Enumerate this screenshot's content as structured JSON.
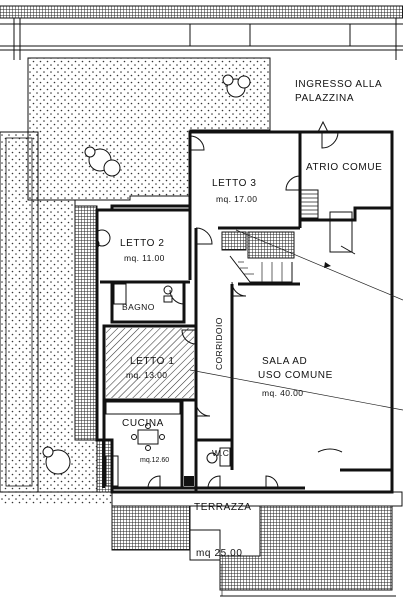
{
  "entrance": {
    "line1": "INGRESSO ALLA",
    "line2": "PALAZZINA"
  },
  "rooms": [
    {
      "id": "letto3",
      "name": "LETTO 3",
      "area": "mq. 17.00"
    },
    {
      "id": "atrio",
      "name": "ATRIO COMUE",
      "area": ""
    },
    {
      "id": "letto2",
      "name": "LETTO 2",
      "area": "mq. 11.00"
    },
    {
      "id": "bagno",
      "name": "BAGNO",
      "area": ""
    },
    {
      "id": "corridoio",
      "name": "CORRIDOIO",
      "area": ""
    },
    {
      "id": "letto1",
      "name": "LETTO 1",
      "area": "mq. 13.00"
    },
    {
      "id": "sala",
      "name": "SALA AD",
      "name2": "USO COMUNE",
      "area": "mq. 40.00"
    },
    {
      "id": "cucina",
      "name": "CUCINA",
      "area": "mq.12.60"
    },
    {
      "id": "wc",
      "name": "W.C.",
      "area": ""
    },
    {
      "id": "terrazza",
      "name": "TERRAZZA",
      "area": "mq 25,00"
    }
  ],
  "colors": {
    "ink": "#111111",
    "paper": "#ffffff",
    "hatch": "#555555"
  }
}
